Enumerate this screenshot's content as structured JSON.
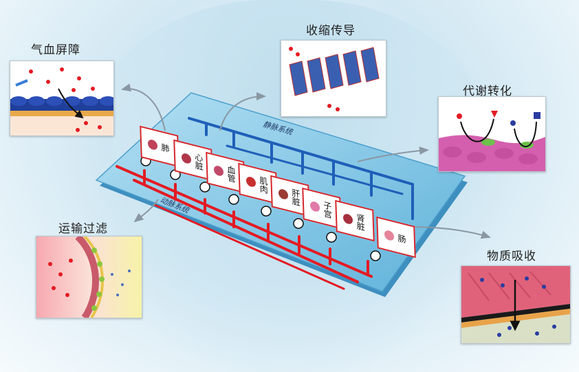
{
  "labels": {
    "barrier": "气血屏障",
    "contraction": "收缩传导",
    "metabolism": "代谢转化",
    "filtration": "运输过滤",
    "absorption": "物质吸收"
  },
  "systems": {
    "venous": "静脉系统",
    "arterial": "动脉系统"
  },
  "organs": [
    {
      "name": "肺"
    },
    {
      "name": "心脏"
    },
    {
      "name": "血管"
    },
    {
      "name": "肌肉"
    },
    {
      "name": "肝脏"
    },
    {
      "name": "子宫"
    },
    {
      "name": "肾脏"
    },
    {
      "name": "肠"
    }
  ],
  "colors": {
    "artery": "#e31b23",
    "vein": "#1f5fb8",
    "chip": "#7cc3e3",
    "organ_border": "#d4262b"
  }
}
